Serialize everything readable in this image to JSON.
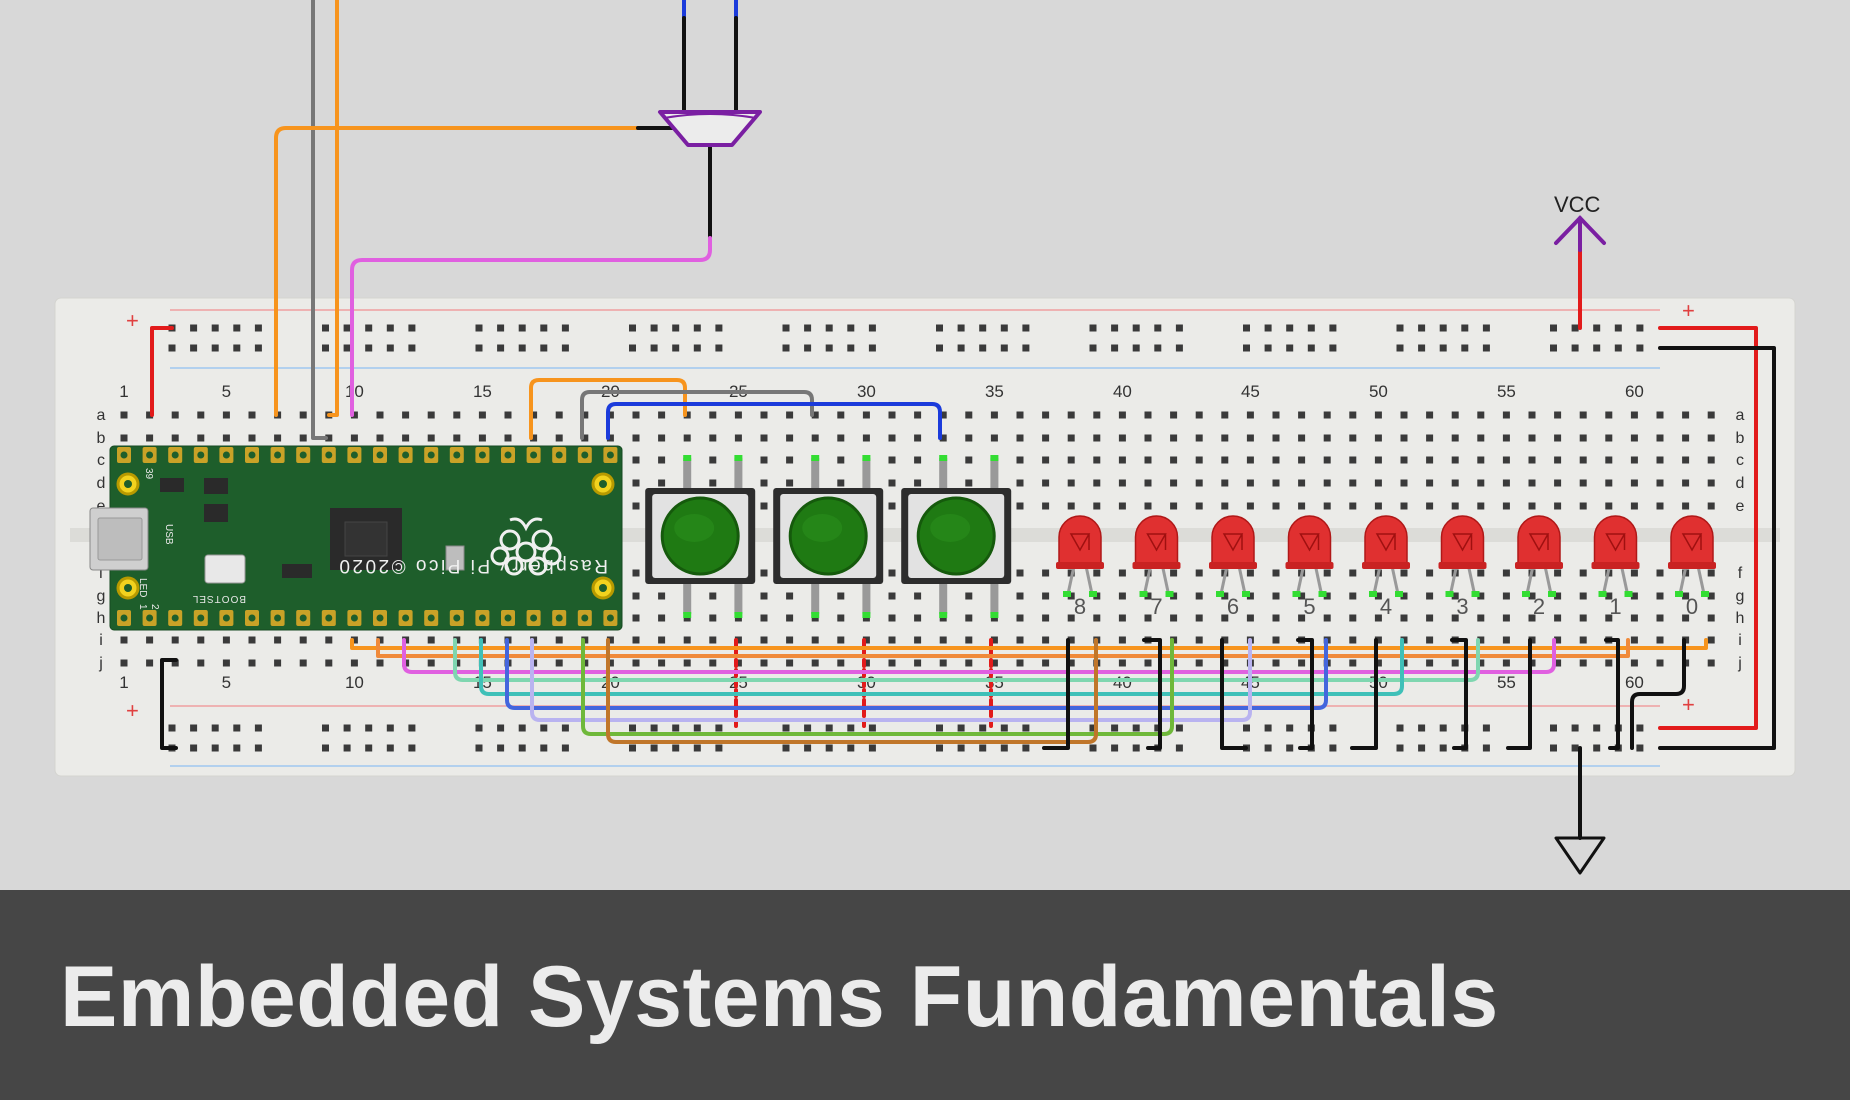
{
  "diagram": {
    "vcc_label": "VCC",
    "column_numbers": [
      "1",
      "5",
      "10",
      "15",
      "20",
      "25",
      "30",
      "35",
      "40",
      "45",
      "50",
      "55",
      "60"
    ],
    "rows_top": [
      "a",
      "b",
      "c",
      "d",
      "e"
    ],
    "rows_bottom": [
      "f",
      "g",
      "h",
      "i",
      "j"
    ],
    "rail_plus": "+",
    "led_labels": [
      "8",
      "7",
      "6",
      "5",
      "4",
      "3",
      "2",
      "1",
      "0"
    ],
    "pico_label": "Raspberry Pi Pico ©2020",
    "pico_bootsel": "BOOTSEL",
    "pico_usb": "USB",
    "pico_led": "LED",
    "pico_pin_39": "39",
    "pico_pin_1": "1",
    "pico_pin_2": "2",
    "wire_colors": {
      "orange": "#f7941d",
      "gray": "#777777",
      "blue": "#1b3bdb",
      "black": "#111111",
      "purple": "#7a1fa2",
      "magenta": "#e060e0",
      "red": "#e21b1b",
      "mint": "#7fd6b0",
      "teal": "#3fc0b8",
      "royal": "#4466dd",
      "lavender": "#b9b3f0",
      "green": "#6fb83a",
      "brown": "#c0762a"
    }
  },
  "banner": {
    "title": "Embedded Systems Fundamentals"
  }
}
